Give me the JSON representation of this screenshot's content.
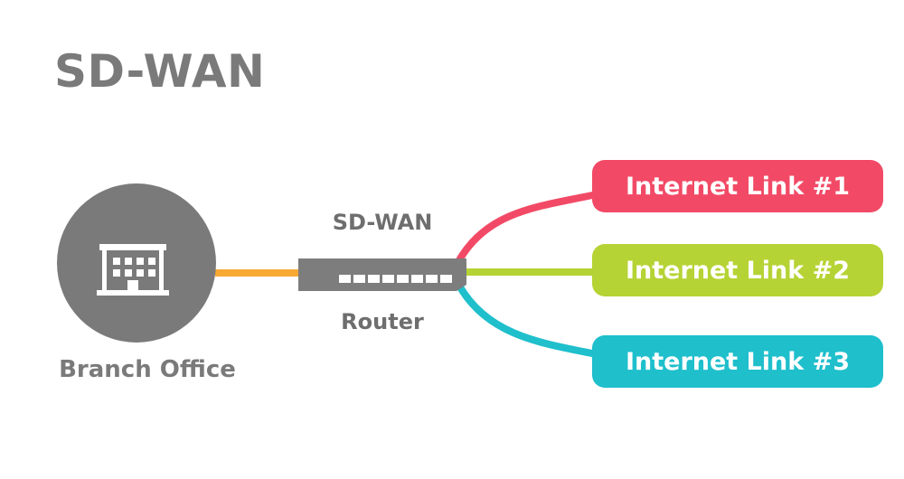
{
  "title": "SD-WAN",
  "branch": {
    "label": "Branch Office",
    "icon": "building-icon"
  },
  "router": {
    "top_label": "SD-WAN",
    "bottom_label": "Router",
    "icon": "router-icon"
  },
  "links": [
    {
      "label": "Internet Link #1",
      "color": "#f24a66"
    },
    {
      "label": "Internet Link #2",
      "color": "#b5d334"
    },
    {
      "label": "Internet Link #3",
      "color": "#1fbfcc"
    }
  ],
  "colors": {
    "gray": "#7a7a7a",
    "uplink": "#f7a934",
    "router_body": "#7d7d7d"
  }
}
